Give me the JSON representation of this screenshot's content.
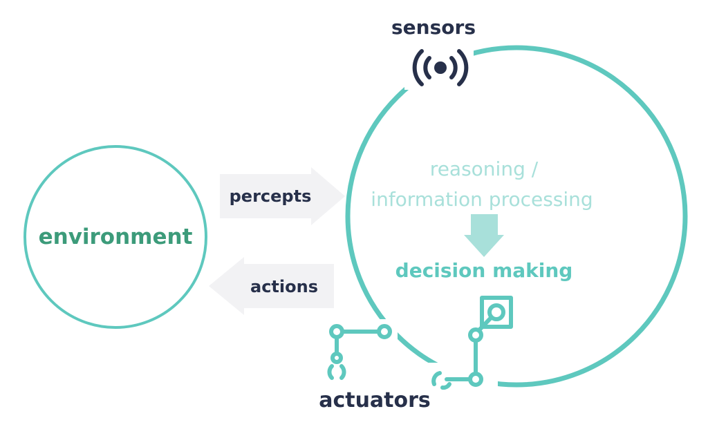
{
  "labels": {
    "sensors": "sensors",
    "environment": "environment",
    "percepts": "percepts",
    "actions": "actions",
    "reasoning_line1": "reasoning /",
    "reasoning_line2": "information processing",
    "decision": "decision making",
    "actuators": "actuators"
  },
  "icons": {
    "sensor": "sensor-signal-icon",
    "arm_left": "robotic-arm-icon",
    "arm_right": "robotic-arm-icon",
    "down_arrow": "arrow-down-icon"
  },
  "colors": {
    "teal": "#5ec8be",
    "teal_light": "#a8e0da",
    "green_text": "#3c9b7a",
    "navy": "#27304a",
    "arrow_bg": "#f2f2f4"
  }
}
